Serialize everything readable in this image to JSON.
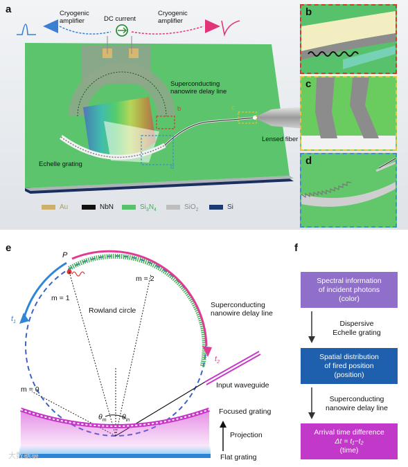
{
  "panels": {
    "a": "a",
    "b": "b",
    "c": "c",
    "d": "d",
    "e": "e",
    "f": "f"
  },
  "panel_a": {
    "cryo_left": [
      "Cryogenic",
      "amplifier"
    ],
    "cryo_right": [
      "Cryogenic",
      "amplifier"
    ],
    "dc_current": "DC current",
    "snddl": [
      "Superconducting",
      "nanowire delay line"
    ],
    "lensed_fiber": "Lensed fiber",
    "echelle": "Echelle grating",
    "tag_b": "b",
    "tag_c": "c",
    "tag_d": "d"
  },
  "legend": [
    {
      "label": "Au",
      "color": "#cdb06b",
      "label_color": "#b89a52"
    },
    {
      "label": "NbN",
      "color": "#111111",
      "label_color": "#111111"
    },
    {
      "label": "Si",
      "sub1": "3",
      "mid": "N",
      "sub2": "4",
      "color": "#57c26b",
      "label_color": "#3fae55"
    },
    {
      "label": "SiO",
      "sub1": "2",
      "color": "#bdbdbd",
      "label_color": "#8a8a8a"
    },
    {
      "label": "Si",
      "color": "#1d3b73",
      "label_color": "#1d3b73"
    }
  ],
  "panel_e": {
    "P": "P",
    "m1": "m = 1",
    "m2": "m = 2",
    "m0": "m = 0",
    "rowland": "Rowland circle",
    "snddl": [
      "Superconducting",
      "nanowire delay line"
    ],
    "t1": "t",
    "t1_sub": "1",
    "t2": "t",
    "t2_sub": "2",
    "input_wg": "Input waveguide",
    "focused": "Focused grating",
    "projection": "Projection",
    "flat": "Flat grating",
    "theta_m": "θ",
    "theta_m_sub": "m",
    "theta_in": "θ",
    "theta_in_sub": "in",
    "watermark": "大数据猿"
  },
  "panel_f": {
    "box1": [
      "Spectral information",
      "of incident photons",
      "(color)"
    ],
    "mid1": [
      "Dispersive",
      "Echelle grating"
    ],
    "box2": [
      "Spatial distribution",
      "of fired position",
      "(position)"
    ],
    "mid2": [
      "Superconducting",
      "nanowire delay line"
    ],
    "box3": [
      "Arrival time difference",
      "Δt = t₁−t₂",
      "(time)"
    ]
  }
}
